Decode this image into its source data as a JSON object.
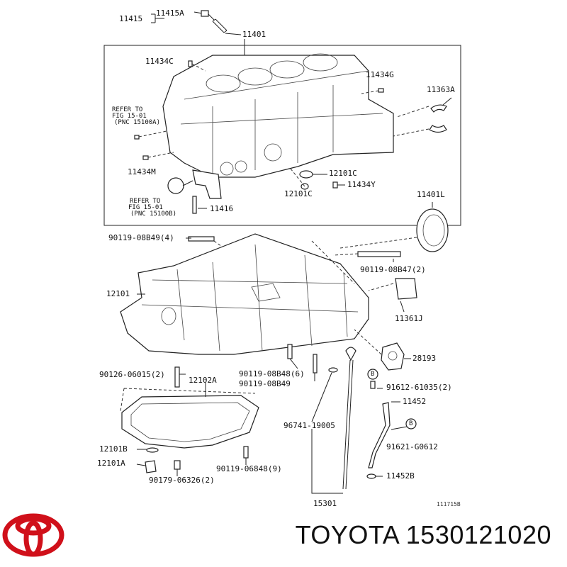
{
  "labels": {
    "l11415": "11415",
    "l11415A": "11415A",
    "l11401": "11401",
    "l11434C": "11434C",
    "l11434G": "11434G",
    "l11363A": "11363A",
    "refer1a": "REFER TO",
    "refer1b": "FIG 15-01",
    "refer1c": "(PNC 15100A)",
    "l11434M": "11434M",
    "l12101C_a": "12101C",
    "l12101C_b": "12101C",
    "l11434Y": "11434Y",
    "l11401L": "11401L",
    "refer2a": "REFER TO",
    "refer2b": "FIG 15-01",
    "refer2c": "(PNC 15100B)",
    "l11416": "11416",
    "l90119_08B49_4": "90119-08B49(4)",
    "l90119_08B47": "90119-08B47(2)",
    "l12101": "12101",
    "l11361J": "11361J",
    "l28193": "28193",
    "l90126": "90126-06015(2)",
    "l12102A": "12102A",
    "l90119_08B48": "90119-08B48(6)",
    "l90119_08B49": "90119-08B49",
    "l91612": "91612-61035(2)",
    "l11452": "11452",
    "l96741": "96741-19005",
    "l91621": "91621-G0612",
    "l12101B": "12101B",
    "l12101A": "12101A",
    "l90119_06848": "90119-06848(9)",
    "l11452B": "11452B",
    "l90179": "90179-06326(2)",
    "l15301": "15301",
    "ref_code": "111715B",
    "badge_b1": "B",
    "badge_b2": "B"
  },
  "footer": {
    "brand": "TOYOTA",
    "part_number": "1530121020",
    "logo_color": "#d0101a"
  }
}
